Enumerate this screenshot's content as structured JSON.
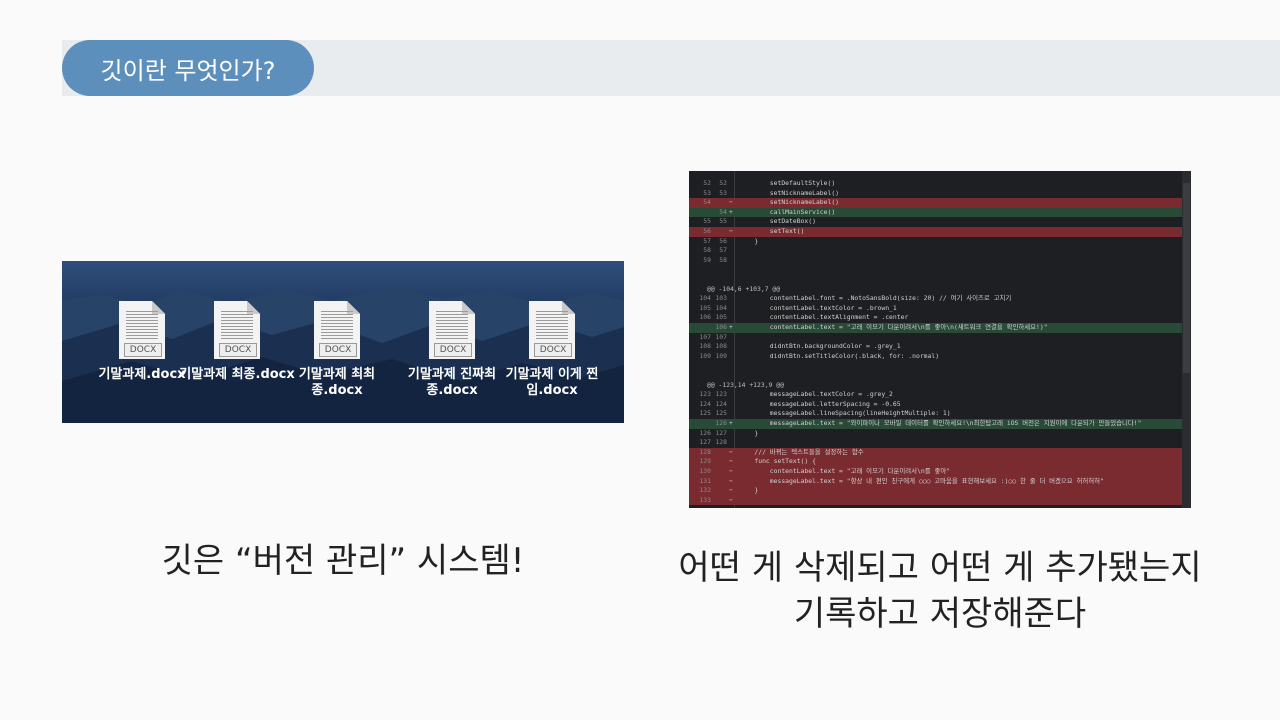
{
  "header": {
    "title": "깃이란 무엇인가?"
  },
  "desktop": {
    "files": [
      {
        "ext": "DOCX",
        "name": "기말과제.docx"
      },
      {
        "ext": "DOCX",
        "name": "기말과제 최종.docx"
      },
      {
        "ext": "DOCX",
        "name": "기말과제 최최종.docx"
      },
      {
        "ext": "DOCX",
        "name": "기말과제 진짜최\n종.docx"
      },
      {
        "ext": "DOCX",
        "name": "기말과제 이게 찐\n임.docx"
      }
    ]
  },
  "diff": {
    "rows": [
      {
        "n1": "52",
        "n2": "52",
        "t": "",
        "code": "        setDefaultStyle()"
      },
      {
        "n1": "53",
        "n2": "53",
        "t": "",
        "code": "        setNicknameLabel()"
      },
      {
        "n1": "54",
        "n2": "",
        "t": "del",
        "code": "        setNicknameLabel()"
      },
      {
        "n1": "",
        "n2": "54",
        "t": "add",
        "code": "        callMainService()"
      },
      {
        "n1": "55",
        "n2": "55",
        "t": "",
        "code": "        setDateBox()"
      },
      {
        "n1": "56",
        "n2": "",
        "t": "del",
        "code": "        setText()"
      },
      {
        "n1": "57",
        "n2": "56",
        "t": "",
        "code": "    }"
      },
      {
        "n1": "58",
        "n2": "57",
        "t": "",
        "code": ""
      },
      {
        "n1": "59",
        "n2": "58",
        "t": "",
        "code": ""
      },
      {
        "gap": true
      },
      {
        "gap": true
      },
      {
        "hunk": "@@ -104,6 +103,7 @@"
      },
      {
        "n1": "104",
        "n2": "103",
        "t": "",
        "code": "        contentLabel.font = .NotoSansBold(size: 20) // 여기 사이즈로 고치기"
      },
      {
        "n1": "105",
        "n2": "104",
        "t": "",
        "code": "        contentLabel.textColor = .brown_1"
      },
      {
        "n1": "106",
        "n2": "105",
        "t": "",
        "code": "        contentLabel.textAlignment = .center"
      },
      {
        "n1": "",
        "n2": "106",
        "t": "add",
        "code": "        contentLabel.text = \"고래 이모기 다운이려서\\n를 좋아\\n(새트워크 연결을 확인하세요!)\""
      },
      {
        "n1": "107",
        "n2": "107",
        "t": "",
        "code": ""
      },
      {
        "n1": "108",
        "n2": "108",
        "t": "",
        "code": "        didntBtn.backgroundColor = .grey_1"
      },
      {
        "n1": "109",
        "n2": "109",
        "t": "",
        "code": "        didntBtn.setTitleColor(.black, for: .normal)"
      },
      {
        "gap": true
      },
      {
        "gap": true
      },
      {
        "hunk": "@@ -123,14 +123,9 @@"
      },
      {
        "n1": "123",
        "n2": "123",
        "t": "",
        "code": "        messageLabel.textColor = .grey_2"
      },
      {
        "n1": "124",
        "n2": "124",
        "t": "",
        "code": "        messageLabel.letterSpacing = -0.65"
      },
      {
        "n1": "125",
        "n2": "125",
        "t": "",
        "code": "        messageLabel.lineSpacing(lineHeightMultiple: 1)"
      },
      {
        "n1": "",
        "n2": "126",
        "t": "add",
        "code": "        messageLabel.text = \"와이파이나 모바일 데이터를 확인하세요!\\n최한탑고래 iOS 버전은 지원이에 다운되가 만들었습니다!\""
      },
      {
        "n1": "126",
        "n2": "127",
        "t": "",
        "code": "    }"
      },
      {
        "n1": "127",
        "n2": "128",
        "t": "",
        "code": ""
      },
      {
        "n1": "128",
        "n2": "",
        "t": "del",
        "code": "    /// 바뀌는 텍스트들을 설정하는 함수"
      },
      {
        "n1": "129",
        "n2": "",
        "t": "del",
        "code": "    func setText() {"
      },
      {
        "n1": "130",
        "n2": "",
        "t": "del",
        "code": "        contentLabel.text = \"고래 이모기 다운이려서\\n를 좋아\""
      },
      {
        "n1": "131",
        "n2": "",
        "t": "del",
        "code": "        messageLabel.text = \"항상 내 편인 친구에게 ○○○ 고마움을 표현해보세요 :)○○ 한 줄 더 버겠으요 허허허허\""
      },
      {
        "n1": "132",
        "n2": "",
        "t": "del",
        "code": "    }"
      },
      {
        "n1": "133",
        "n2": "",
        "t": "del",
        "code": ""
      }
    ]
  },
  "captions": {
    "left": "깃은 “버전 관리” 시스템!",
    "right_line1": "어떤 게 삭제되고 어떤 게 추가됐는지",
    "right_line2": "기록하고 저장해준다"
  }
}
